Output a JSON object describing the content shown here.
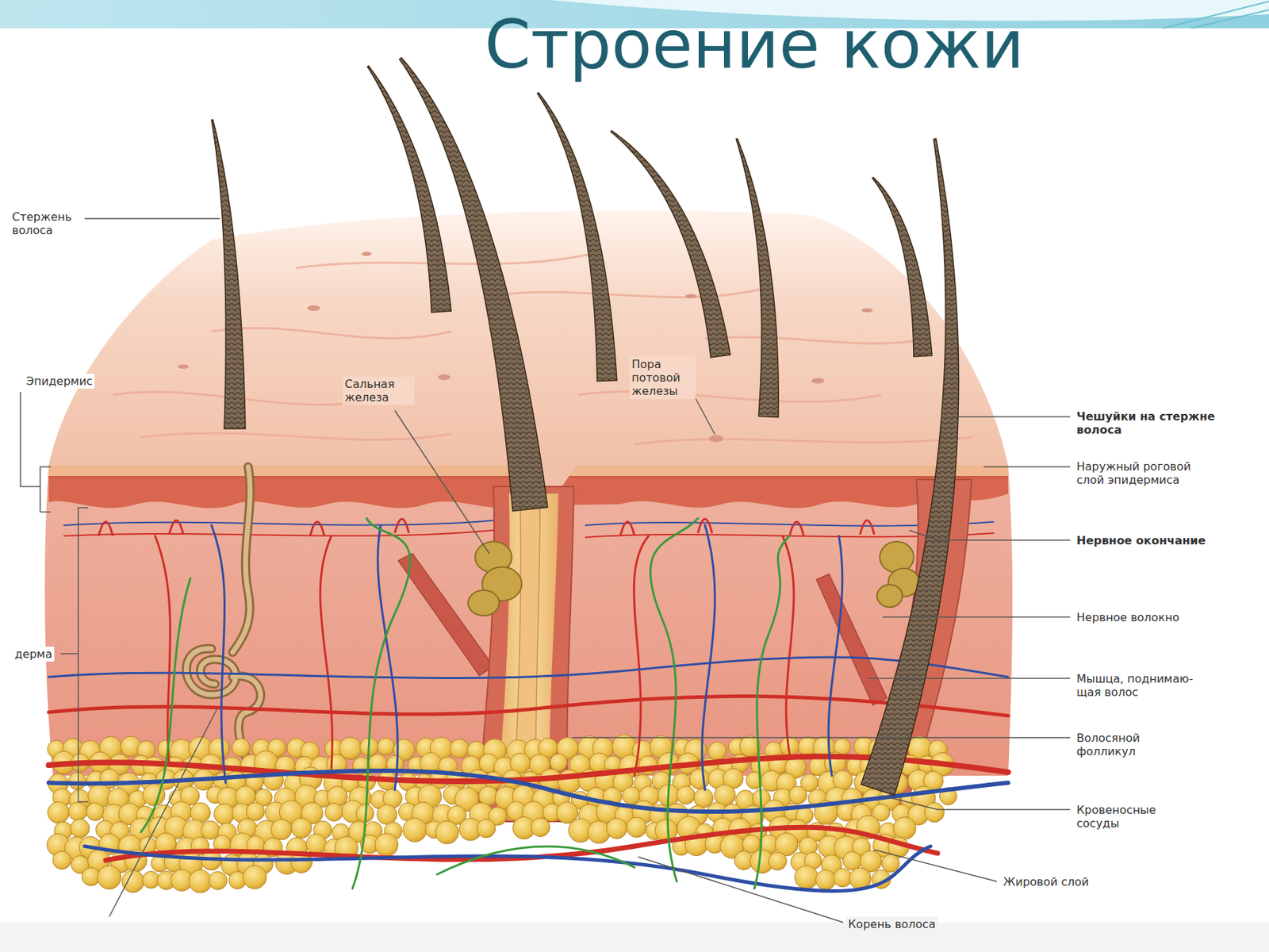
{
  "diagram": {
    "title": "Строение кожи",
    "labels": [
      "Стержень волоса",
      "Эпидермис",
      "Сальная железа",
      "Пора потовой железы",
      "дерма",
      "Чешуйки на стержне волоса",
      "Наружный роговой слой эпидермиса",
      "Нервное окончание",
      "Нервное волокно",
      "Мышца, поднимаю- щая волос",
      "Волосяной фолликул",
      "Кровеносные сосуды",
      "Жировой слой",
      "Корень волоса"
    ]
  }
}
